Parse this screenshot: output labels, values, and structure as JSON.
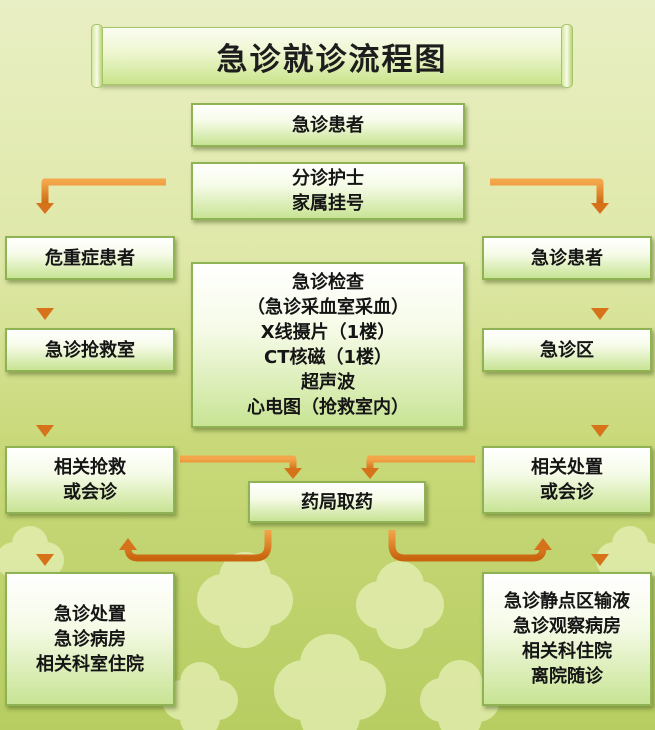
{
  "title": "急诊就诊流程图",
  "nodes": {
    "emergency_patient_top": "急诊患者",
    "triage": [
      "分诊护士",
      "家属挂号"
    ],
    "critical_patient": "危重症患者",
    "emergency_patient_right": "急诊患者",
    "exam": [
      "急诊检查",
      "（急诊采血室采血）",
      "X线摄片（1楼）",
      "CT核磁（1楼）",
      "超声波",
      "心电图（抢救室内）"
    ],
    "rescue_room": "急诊抢救室",
    "emergency_area": "急诊区",
    "rescue_consult": [
      "相关抢救",
      "或会诊"
    ],
    "treatment_consult": [
      "相关处置",
      "或会诊"
    ],
    "pharmacy": "药局取药",
    "left_outcome": [
      "急诊处置",
      "急诊病房",
      "相关科室住院"
    ],
    "right_outcome": [
      "急诊静点区输液",
      "急诊观察病房",
      "相关科住院",
      "离院随诊"
    ]
  },
  "colors": {
    "arrow": "#e2841e",
    "arrow_dark": "#b35a0e",
    "box_border": "#8fb255"
  }
}
